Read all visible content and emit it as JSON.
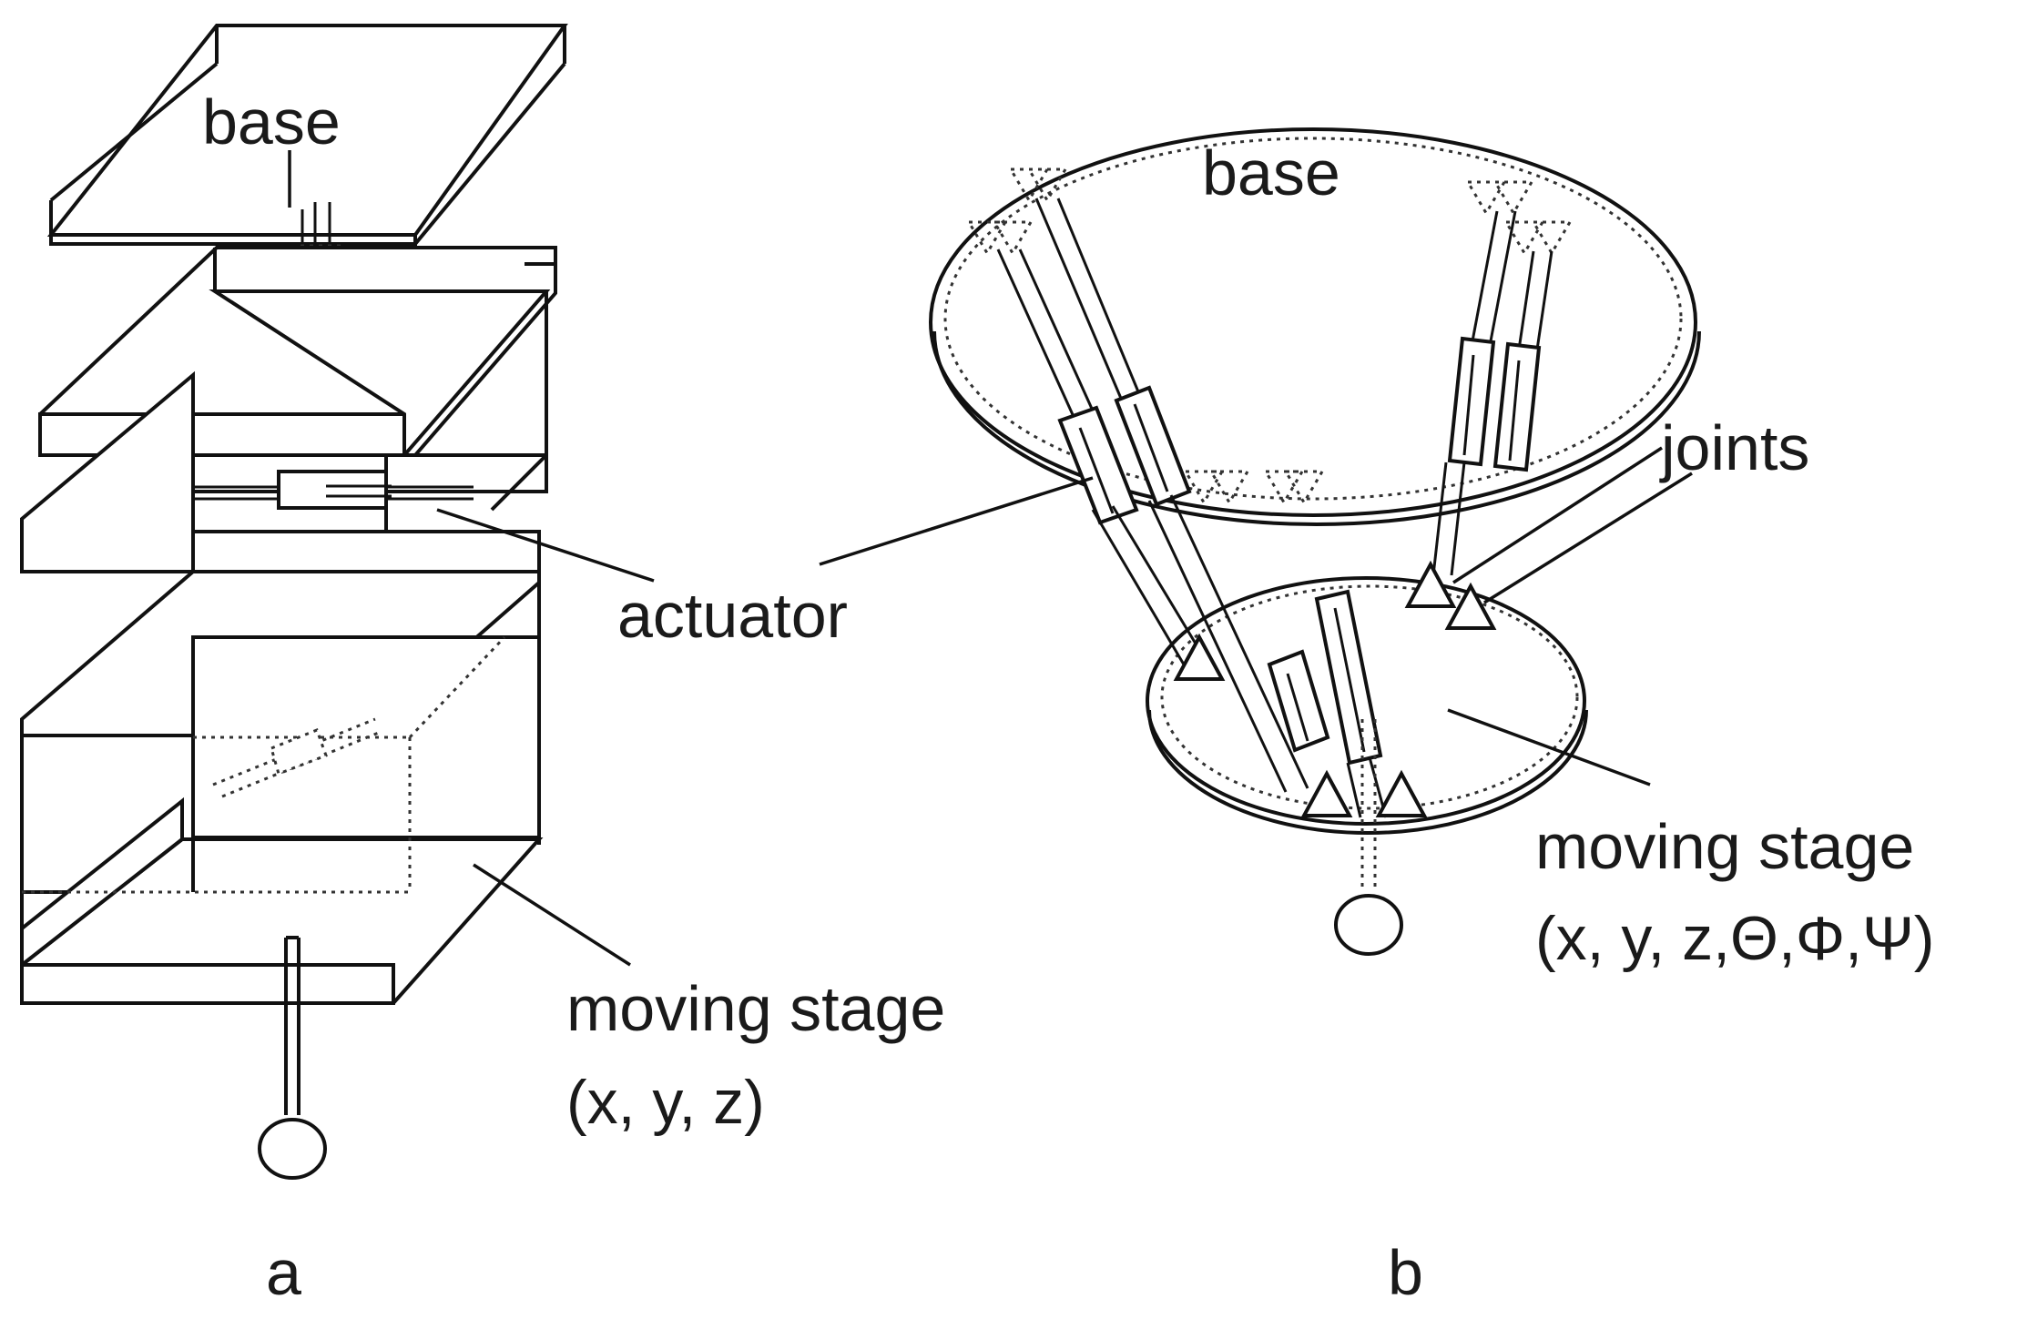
{
  "panel_a": {
    "base_label": "base",
    "actuator_label": "actuator",
    "stage_label": "moving stage",
    "stage_dof": "(x, y, z)",
    "panel_letter": "a"
  },
  "panel_b": {
    "base_label": "base",
    "joints_label": "joints",
    "stage_label": "moving stage",
    "stage_dof": "(x, y, z,Θ,Φ,Ψ)",
    "panel_letter": "b"
  }
}
